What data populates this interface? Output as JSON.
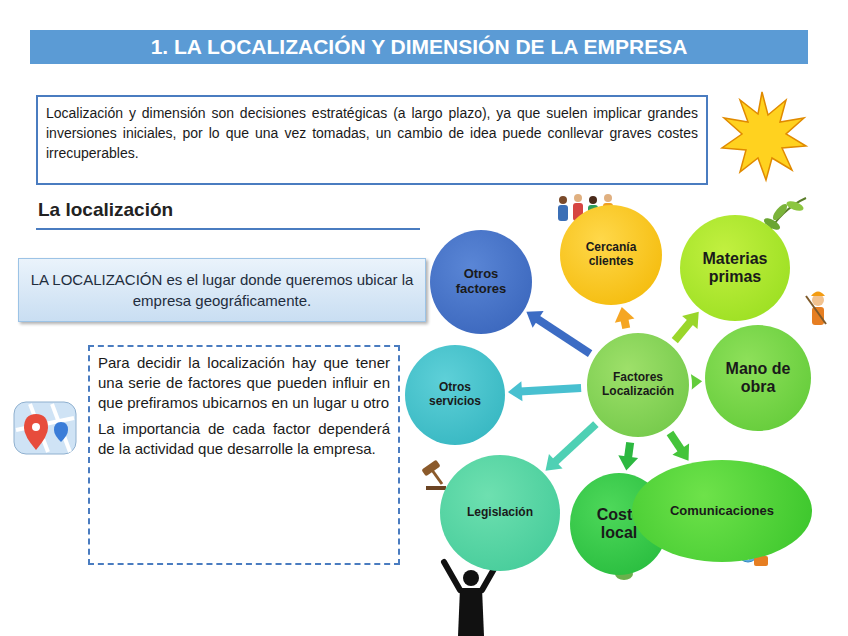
{
  "diagram": {
    "title": "1. LA LOCALIZACIÓN Y DIMENSIÓN DE LA EMPRESA",
    "nodes": [
      {
        "text": [
          "Localización y dimensión son decisiones estratégicas (a largo plazo), ya que suelen implicar grandes inversiones iniciales, por lo que una vez tomadas, un cambio de idea puede conllevar graves costes irrecuperables."
        ]
      },
      {
        "text": [
          "LA LOCALIZACIÓN es el lugar donde queremos ubicar la empresa geográficamente."
        ]
      },
      {
        "text": [
          "Para decidir la localización hay que tener una serie de factores que pueden influir en que prefiramos ubicarnos en un lugar u otro",
          "La importancia de cada factor dependerá de la actividad que desarrolle la empresa."
        ]
      },
      {
        "text": [
          "Cercanía clientes"
        ]
      },
      {
        "text": [
          "Otros factores"
        ]
      },
      {
        "text": [
          "Materias primas"
        ]
      },
      {
        "text": [
          "Factores Localización"
        ]
      },
      {
        "text": [
          "Otros servicios"
        ]
      },
      {
        "text": [
          "Mano de obra"
        ]
      },
      {
        "text": [
          "Legislación"
        ]
      },
      {
        "text": [
          "Coste local"
        ]
      },
      {
        "text": [
          "Comunicaciones"
        ]
      }
    ],
    "edges": [
      {
        "from": 6,
        "to": 3,
        "arrow": "to"
      },
      {
        "from": 6,
        "to": 5,
        "arrow": "to"
      },
      {
        "from": 6,
        "to": 8,
        "arrow": "to"
      },
      {
        "from": 6,
        "to": 11,
        "arrow": "to"
      },
      {
        "from": 6,
        "to": 10,
        "arrow": "to"
      },
      {
        "from": 6,
        "to": 9,
        "arrow": "to"
      },
      {
        "from": 6,
        "to": 7,
        "arrow": "to"
      },
      {
        "from": 6,
        "to": 4,
        "arrow": "to"
      }
    ],
    "labels": [
      "La localización"
    ]
  }
}
